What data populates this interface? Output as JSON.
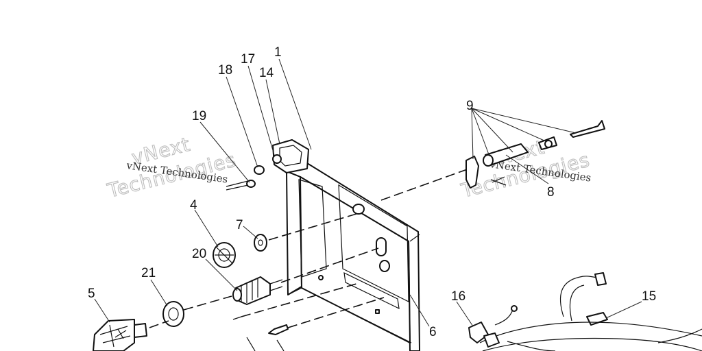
{
  "diagram": {
    "callouts": [
      "1",
      "17",
      "18",
      "14",
      "19",
      "4",
      "7",
      "20",
      "21",
      "5",
      "9",
      "8",
      "16",
      "15",
      "6"
    ],
    "watermark_lines": [
      "vNext Technologies",
      "vNext",
      "Technologies"
    ]
  },
  "colors": {
    "line": "#111111",
    "watermark": "#bdbdbd",
    "background": "#ffffff"
  }
}
